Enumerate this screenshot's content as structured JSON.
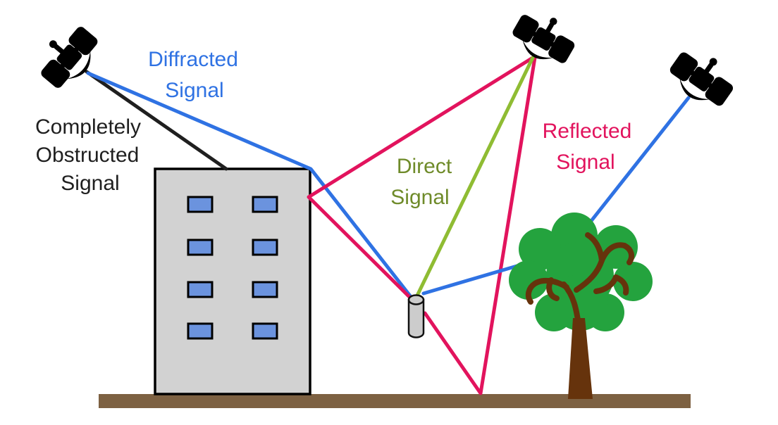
{
  "labels": {
    "diffracted": {
      "line1": "Diffracted",
      "line2": "Signal"
    },
    "obstructed": {
      "line1": "Completely",
      "line2": "Obstructed",
      "line3": "Signal"
    },
    "direct": {
      "line1": "Direct",
      "line2": "Signal"
    },
    "reflected": {
      "line1": "Reflected",
      "line2": "Signal"
    }
  },
  "colors": {
    "diffracted_signal_blue": "#2f72e3",
    "reflected_signal_crimson": "#e2135d",
    "direct_signal_line_green": "#8fbc33",
    "direct_signal_text_olive": "#6f8b2a",
    "obstructed_signal_black": "#1f1f1f",
    "building_fill_gray": "#d2d2d2",
    "window_blue": "#6b93de",
    "ground_brown": "#7d6142",
    "tree_foliage_green": "#24a33e",
    "tree_trunk_brown": "#66330c",
    "receiver_gray": "#cccccc",
    "satellite_black": "#000000"
  },
  "icons": {
    "satellite_left": "satellite-icon",
    "satellite_center": "satellite-icon",
    "satellite_right": "satellite-icon",
    "building": "building-icon",
    "tree": "tree-icon",
    "receiver": "receiver-antenna-icon",
    "ground": "ground-line"
  }
}
